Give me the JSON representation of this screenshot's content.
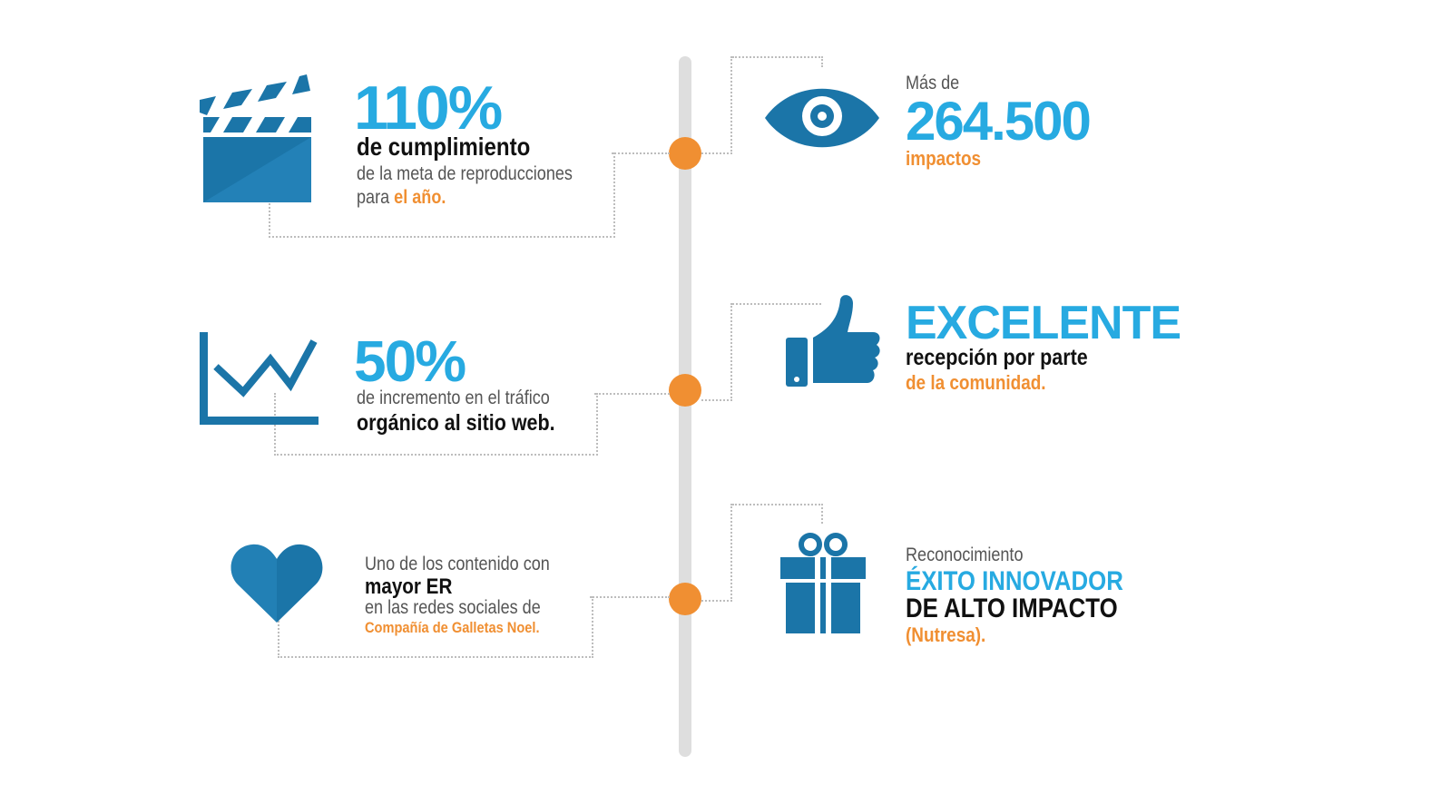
{
  "colors": {
    "blue": "#27aae1",
    "icon_blue": "#1b75a8",
    "orange": "#f08f32",
    "timeline": "#dedede",
    "dots": "#bdbdbd"
  },
  "items": {
    "reproductions": {
      "icon": "clapperboard-icon",
      "value": "110%",
      "line1": "de cumplimiento",
      "line2": "de la meta de reproducciones",
      "line3_prefix": "para ",
      "line3_highlight": "el año."
    },
    "impacts": {
      "icon": "eye-icon",
      "prefix": "Más de",
      "value": "264.500",
      "label": "impactos"
    },
    "traffic": {
      "icon": "line-chart-icon",
      "value": "50%",
      "line1": "de incremento en el tráfico",
      "line2": "orgánico al sitio web."
    },
    "reception": {
      "icon": "thumbs-up-icon",
      "value": "EXCELENTE",
      "line1": "recepción por parte",
      "line2": "de la comunidad."
    },
    "engagement": {
      "icon": "heart-icon",
      "line1": "Uno de los contenido con",
      "line2": "mayor ER",
      "line3": "en las redes sociales de",
      "line4": "Compañía de Galletas Noel."
    },
    "award": {
      "icon": "gift-icon",
      "prefix": "Reconocimiento",
      "line1": "ÉXITO INNOVADOR",
      "line2": "DE ALTO IMPACTO",
      "line3": "(Nutresa)."
    }
  }
}
